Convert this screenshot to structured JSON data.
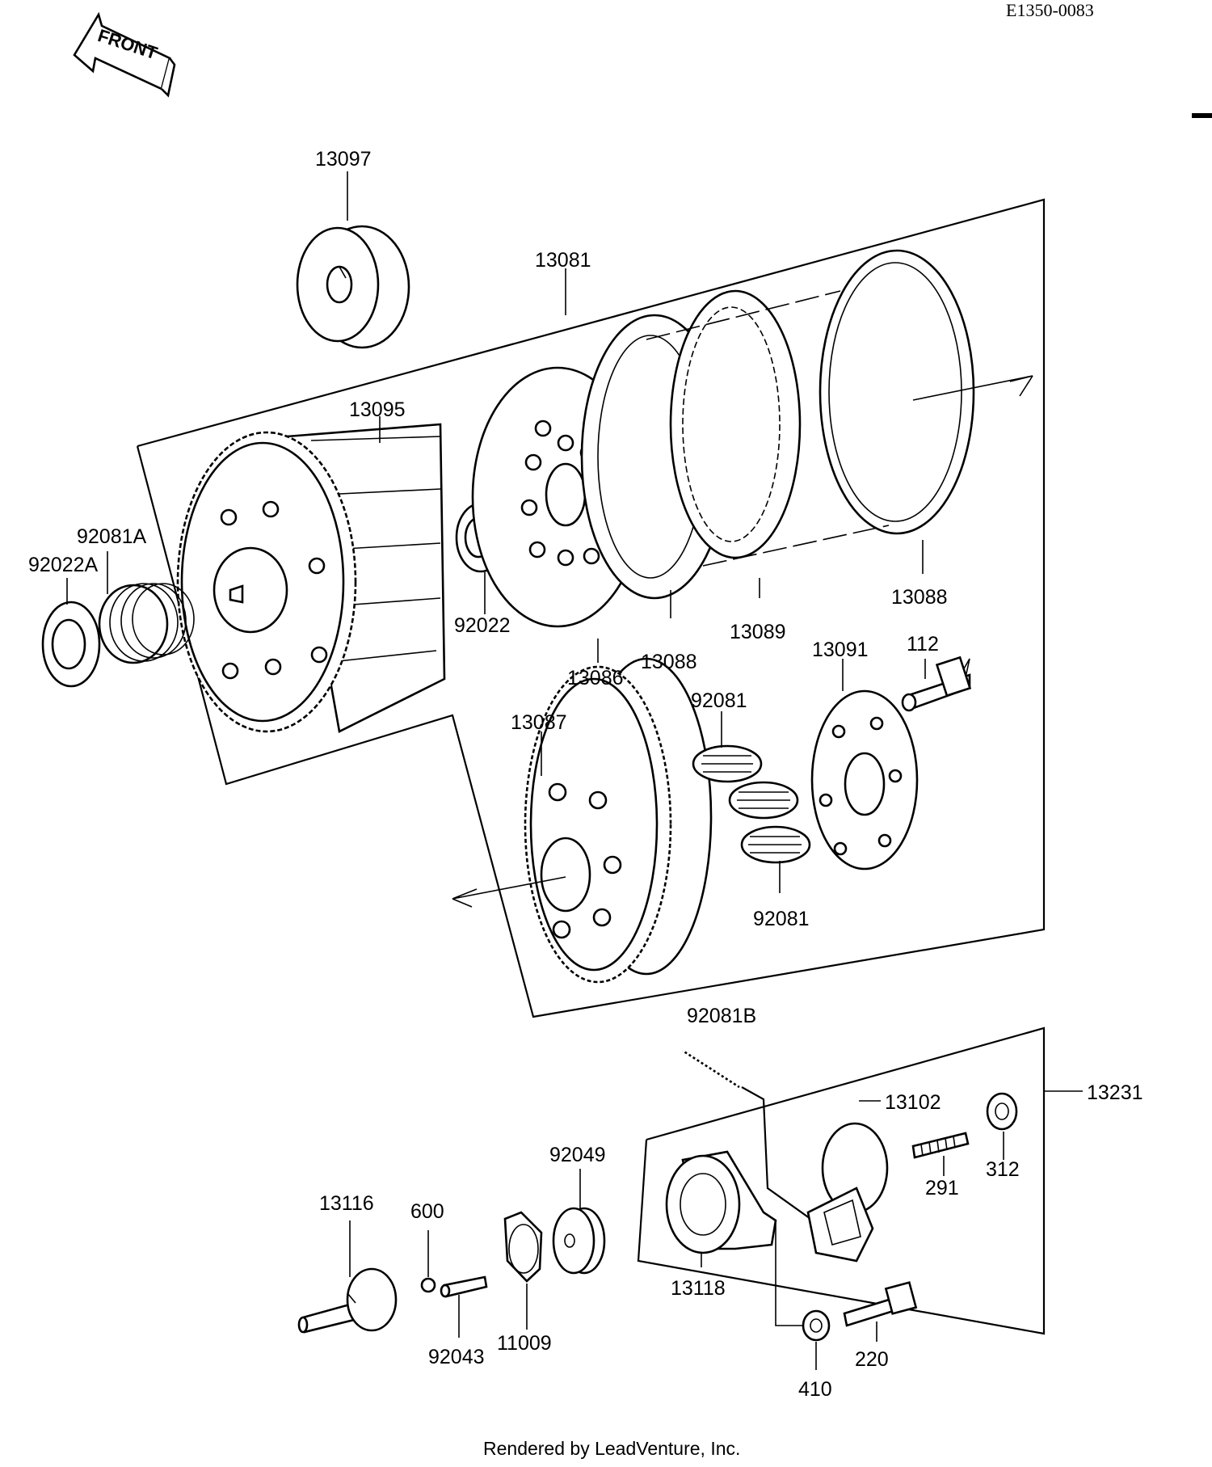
{
  "header": {
    "code": "E1350-0083",
    "front_label": "FRONT"
  },
  "footer": {
    "credit": "Rendered by LeadVenture, Inc."
  },
  "parts": [
    {
      "id": "p13097",
      "label": "13097"
    },
    {
      "id": "p13081",
      "label": "13081"
    },
    {
      "id": "p13095",
      "label": "13095"
    },
    {
      "id": "p92081A",
      "label": "92081A"
    },
    {
      "id": "p92022A",
      "label": "92022A"
    },
    {
      "id": "p92022",
      "label": "92022"
    },
    {
      "id": "p13086",
      "label": "13086"
    },
    {
      "id": "p13088a",
      "label": "13088"
    },
    {
      "id": "p13089",
      "label": "13089"
    },
    {
      "id": "p13088b",
      "label": "13088"
    },
    {
      "id": "p13087",
      "label": "13087"
    },
    {
      "id": "p92081a",
      "label": "92081"
    },
    {
      "id": "p92081b",
      "label": "92081"
    },
    {
      "id": "p13091",
      "label": "13091"
    },
    {
      "id": "p112",
      "label": "112"
    },
    {
      "id": "p92081B",
      "label": "92081B"
    },
    {
      "id": "p13231",
      "label": "13231"
    },
    {
      "id": "p13102",
      "label": "13102"
    },
    {
      "id": "p291",
      "label": "291"
    },
    {
      "id": "p312",
      "label": "312"
    },
    {
      "id": "p92049",
      "label": "92049"
    },
    {
      "id": "p13116",
      "label": "13116"
    },
    {
      "id": "p600",
      "label": "600"
    },
    {
      "id": "p13118",
      "label": "13118"
    },
    {
      "id": "p92043",
      "label": "92043"
    },
    {
      "id": "p11009",
      "label": "11009"
    },
    {
      "id": "p410",
      "label": "410"
    },
    {
      "id": "p220",
      "label": "220"
    }
  ]
}
